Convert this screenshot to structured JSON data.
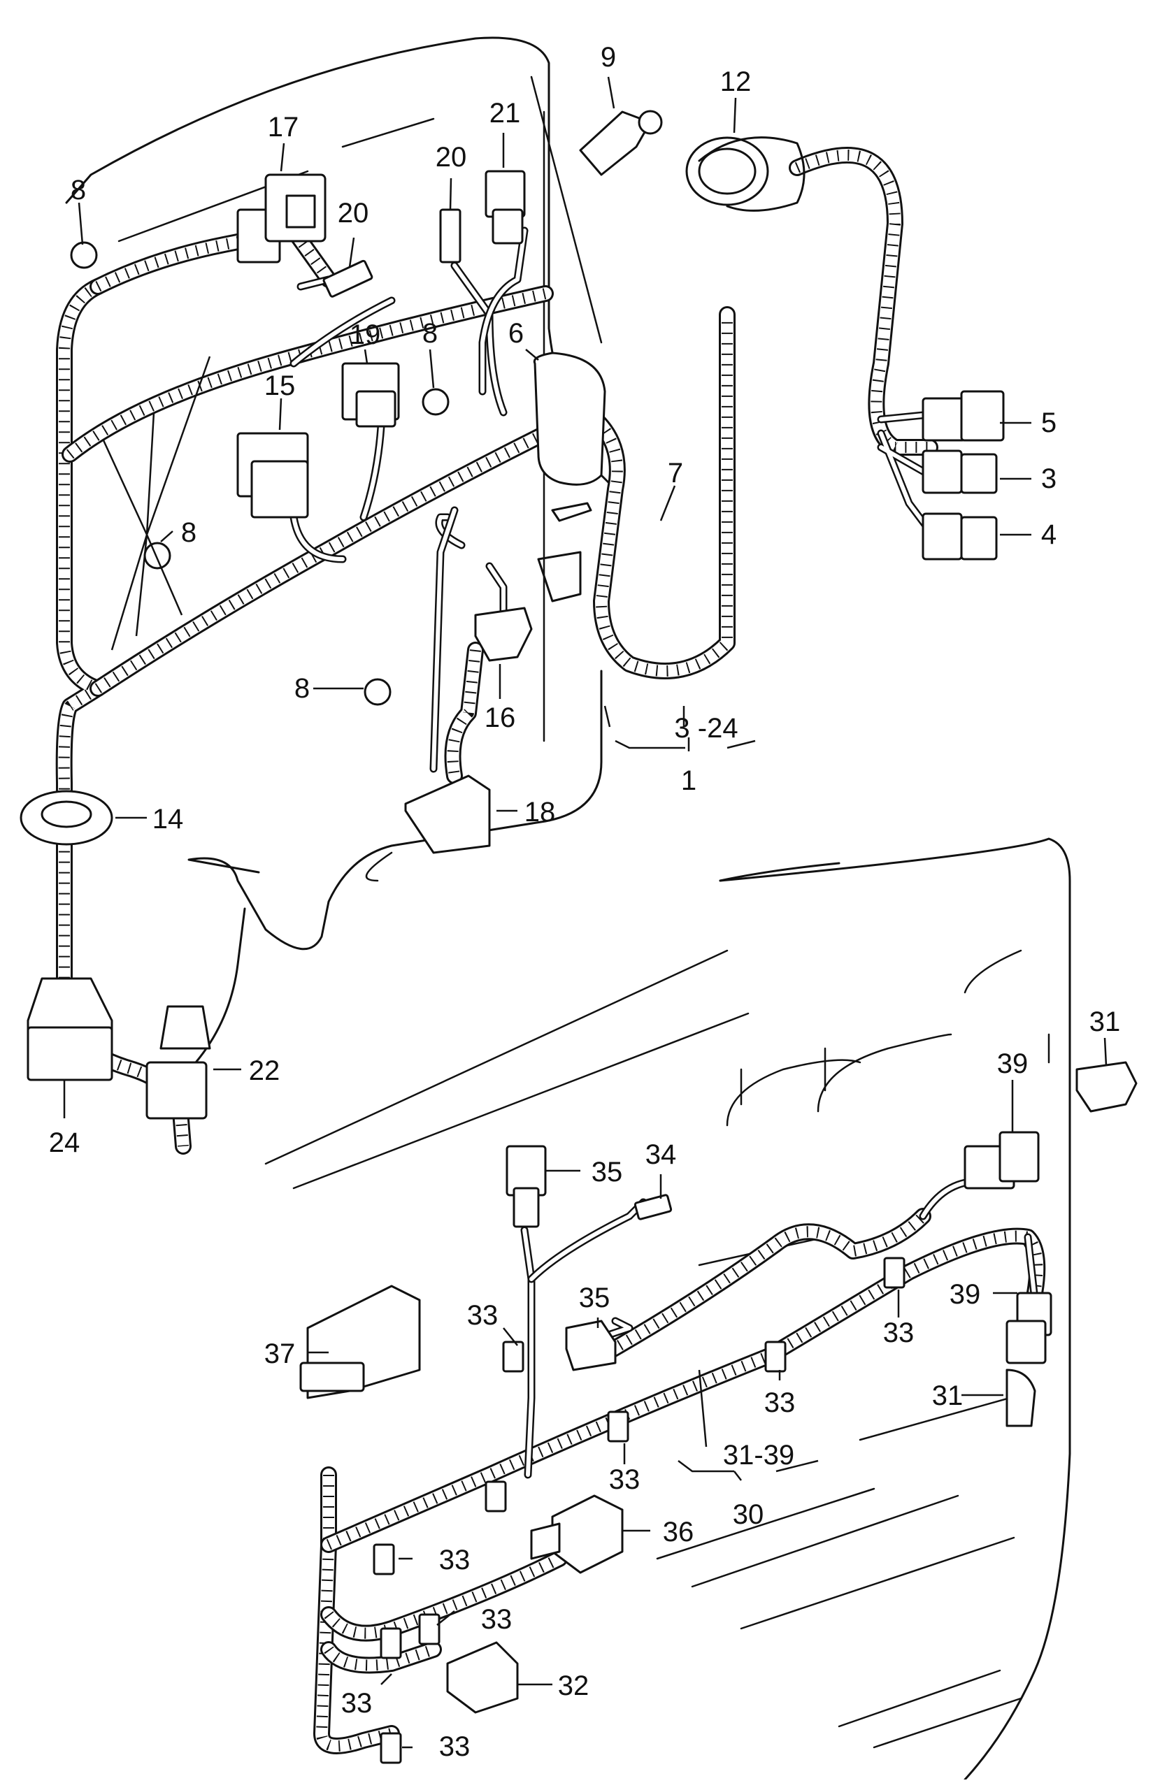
{
  "labels": {
    "l1": "1",
    "l3": "3",
    "l3_24": "3 -24",
    "l4": "4",
    "l5": "5",
    "l6": "6",
    "l7": "7",
    "l8": "8",
    "l9": "9",
    "l12": "12",
    "l14": "14",
    "l15": "15",
    "l16": "16",
    "l17": "17",
    "l18": "18",
    "l19": "19",
    "l20": "20",
    "l21": "21",
    "l22": "22",
    "l24": "24",
    "l30": "30",
    "l31": "31",
    "l31_39": "31-39",
    "l32": "32",
    "l33": "33",
    "l34": "34",
    "l35": "35",
    "l36": "36",
    "l37": "37",
    "l39": "39"
  }
}
